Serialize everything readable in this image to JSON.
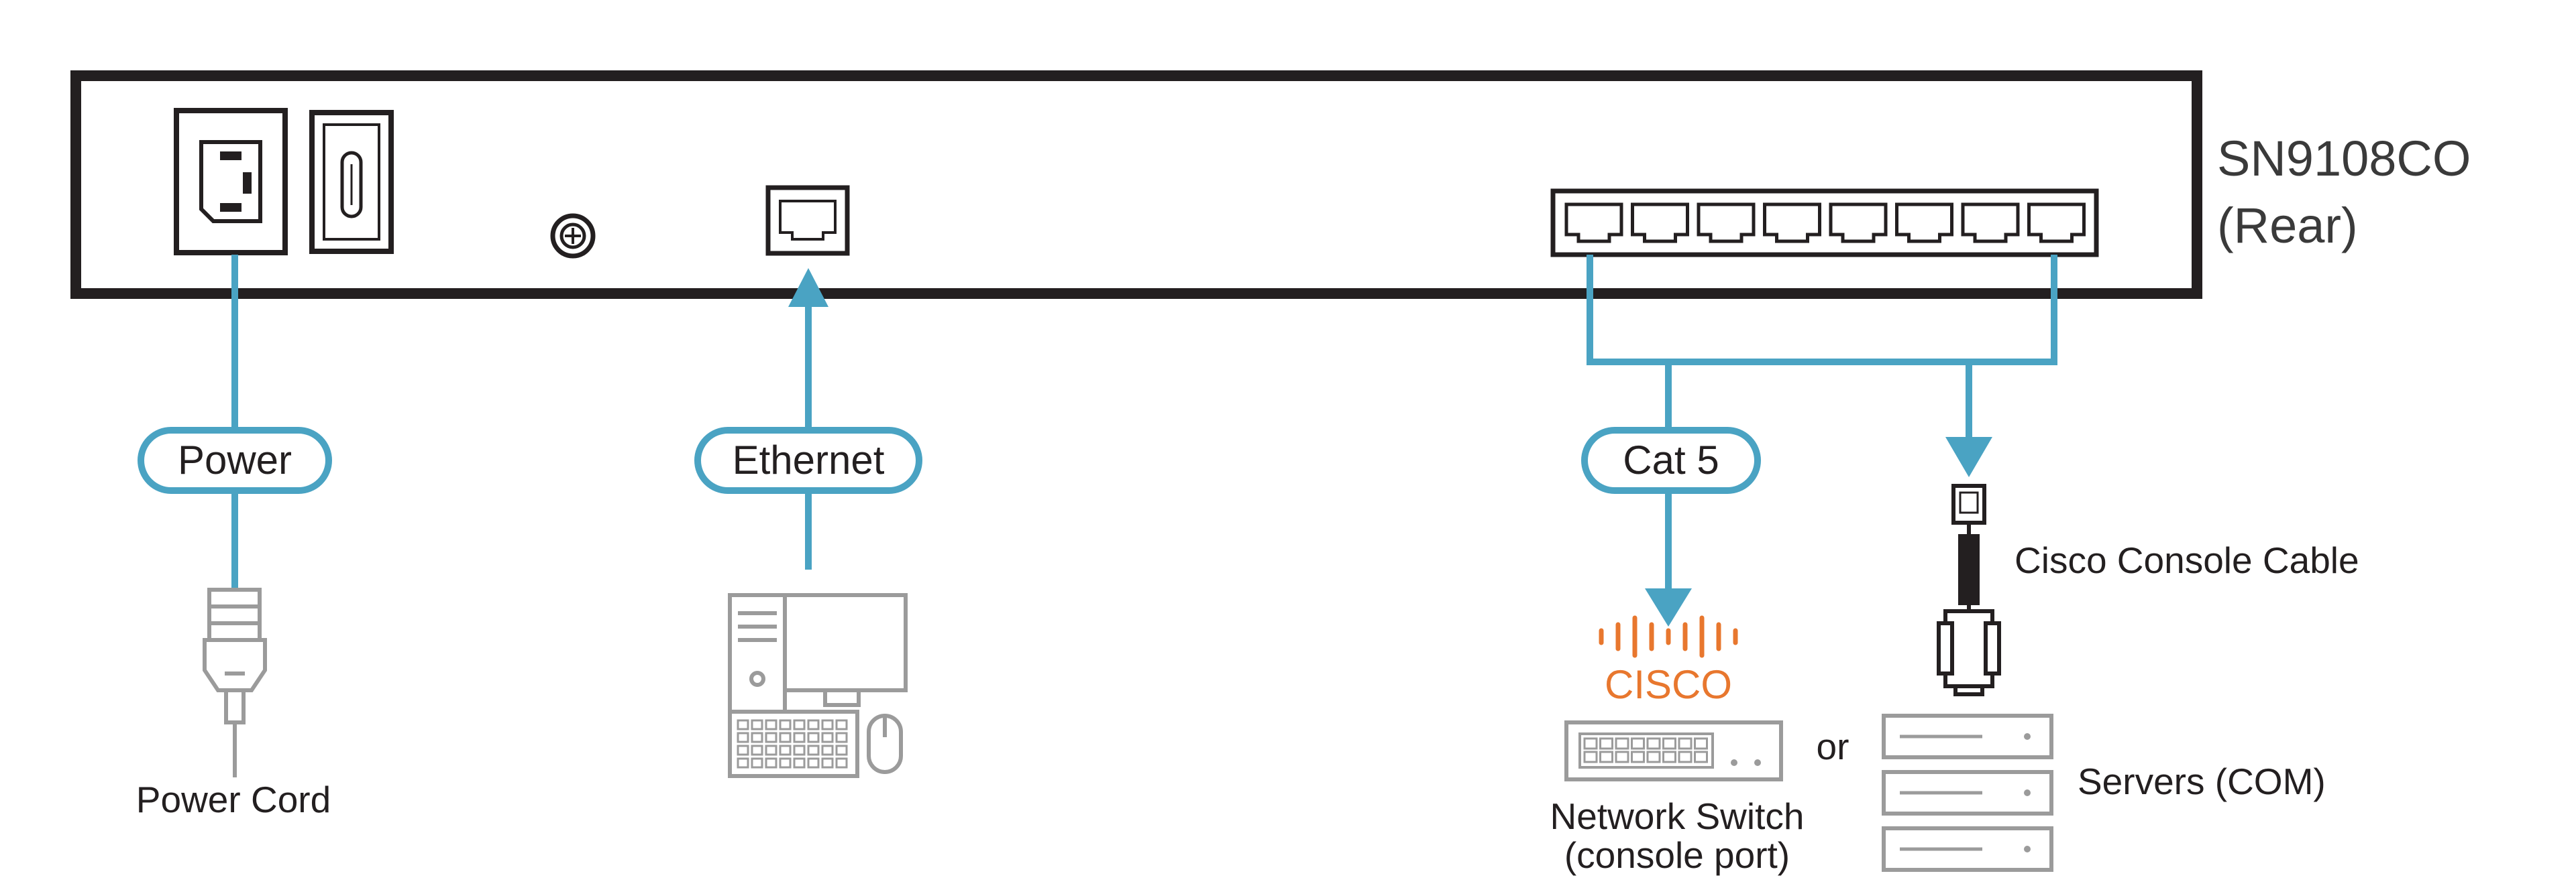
{
  "device": {
    "model": "SN9108CO",
    "view": "(Rear)"
  },
  "connections": {
    "power": {
      "pill": "Power",
      "endpoint": "Power Cord"
    },
    "ethernet": {
      "pill": "Ethernet"
    },
    "cat5": {
      "pill": "Cat 5",
      "switch_brand": "CISCO",
      "switch_label_line1": "Network Switch",
      "switch_label_line2": "(console port)"
    },
    "console": {
      "cable_label": "Cisco Console Cable",
      "or_label": "or",
      "servers_label": "Servers (COM)"
    }
  },
  "colors": {
    "connector_line": "#4aa3c3",
    "device_outline": "#231f20",
    "icon_grey": "#9b9b9b",
    "cisco_orange": "#e8772e"
  }
}
